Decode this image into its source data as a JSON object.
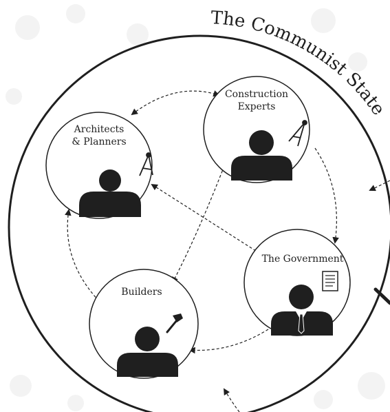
{
  "diagram": {
    "title": "The Communist State",
    "nodes": [
      {
        "id": "architects",
        "label_lines": [
          "Architects",
          "& Planners"
        ],
        "tool_icon": "compass-icon"
      },
      {
        "id": "experts",
        "label_lines": [
          "Construction",
          "Experts"
        ],
        "tool_icon": "compass-icon"
      },
      {
        "id": "government",
        "label_lines": [
          "The Government"
        ],
        "tool_icon": "document-icon",
        "attire": "suit-and-tie"
      },
      {
        "id": "builders",
        "label_lines": [
          "Builders"
        ],
        "tool_icon": "hammer-icon"
      }
    ],
    "links": [
      {
        "from": "architects",
        "to": "experts",
        "style": "dashed",
        "direction": "both"
      },
      {
        "from": "experts",
        "to": "government",
        "style": "dashed",
        "direction": "forward"
      },
      {
        "from": "government",
        "to": "architects",
        "style": "dashed",
        "direction": "forward"
      },
      {
        "from": "experts",
        "to": "builders",
        "style": "dashed",
        "direction": "forward"
      },
      {
        "from": "government",
        "to": "builders",
        "style": "dashed",
        "direction": "forward"
      },
      {
        "from": "builders",
        "to": "architects",
        "style": "dashed",
        "direction": "forward"
      }
    ],
    "colors": {
      "ink": "#1f1f1f",
      "background": "#ffffff",
      "texture": "#f3f3f3"
    }
  }
}
